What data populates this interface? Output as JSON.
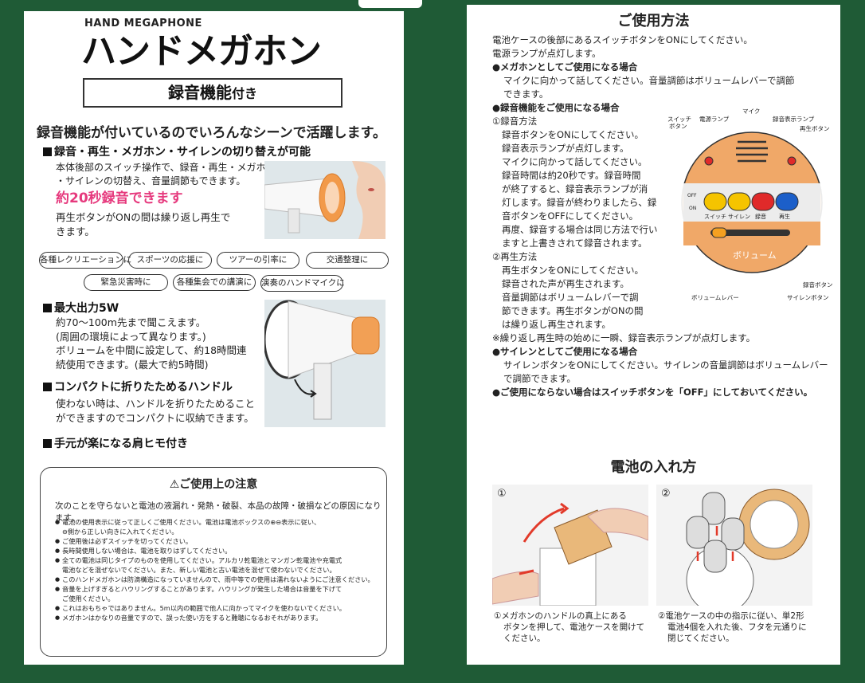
{
  "left": {
    "subtitle": "HAND MEGAPHONE",
    "title": "ハンドメガホン",
    "feature_box": "録音機能",
    "feature_box_suffix": "付き",
    "lead": "録音機能が付いているのでいろんなシーンで活躍します。",
    "sec1": {
      "heading": "録音・再生・メガホン・サイレンの切り替えが可能",
      "line1": "本体後部のスイッチ操作で、録音・再生・メガホン",
      "line2": "・サイレンの切替え、音量調節もできます。",
      "highlight": "約20秒録音できます",
      "line3": "再生ボタンがONの間は繰り返し再生で",
      "line4": "きます。"
    },
    "pills": [
      "各種レクリエーションに",
      "スポーツの応援に",
      "ツアーの引率に",
      "交通整理に",
      "緊急災害時に",
      "各種集会での講演に",
      "演奏のハンドマイクに"
    ],
    "sec2": {
      "heading": "最大出力5W",
      "line1": "約70〜100m先まで聞こえます。",
      "line2": "(周囲の環境によって異なります。)",
      "line3": "ボリュームを中間に設定して、約18時間連",
      "line4": "続使用できます。(最大で約5時間)"
    },
    "sec3": {
      "heading": "コンパクトに折りたためるハンドル",
      "line1": "使わない時は、ハンドルを折りたためること",
      "line2": "ができますのでコンパクトに収納できます。"
    },
    "sec4": {
      "heading": "手元が楽になる肩ヒモ付き"
    },
    "caution": {
      "title": "ご使用上の注意",
      "lead": "次のことを守らないと電池の液漏れ・発熱・破裂、本品の故障・破損などの原因になります。",
      "items": [
        "電池の使用表示に従って正しくご使用ください。電池は電池ボックスの⊕⊖表示に従い、",
        "⊖側から正しい向きに入れてください。",
        "ご使用後は必ずスイッチを切ってください。",
        "長時間使用しない場合は、電池を取りはずしてください。",
        "全ての電池は同じタイプのものを使用してください。アルカリ乾電池とマンガン乾電池や充電式",
        "電池などを混ぜないでください。また、新しい電池と古い電池を混ぜて使わないでください。",
        "このハンドメガホンは防滴構造になっていませんので、雨中等での使用は濡れないようにご注意ください。",
        "音量を上げすぎるとハウリングすることがあります。ハウリングが発生した場合は音量を下げて",
        "ご使用ください。",
        "これはおもちゃではありません。5m以内の範囲で他人に向かってマイクを使わないでください。",
        "メガホンはかなりの音量ですので、誤った使い方をすると難聴になるおそれがあります。"
      ]
    }
  },
  "right": {
    "title": "ご使用方法",
    "intro1": "電池ケースの後部にあるスイッチボタンをONにしてください。",
    "intro2": "電源ランプが点灯します。",
    "mega_h": "●メガホンとしてご使用になる場合",
    "mega1": "マイクに向かって話してください。音量調節はボリュームレバーで調節",
    "mega2": "できます。",
    "rec_h": "●録音機能をご使用になる場合",
    "rec_sub": "①録音方法",
    "rec_lines": [
      "録音ボタンをONにしてください。",
      "録音表示ランプが点灯します。",
      "マイクに向かって話してください。",
      "録音時間は約20秒です。録音時間",
      "が終了すると、録音表示ランプが消",
      "灯します。録音が終わりましたら、録",
      "音ボタンをOFFにしてください。",
      "再度、録音する場合は同じ方法で行い",
      "ますと上書きされて録音されます。"
    ],
    "play_sub": "②再生方法",
    "play_lines": [
      "再生ボタンをONにしてください。",
      "録音された声が再生されます。",
      "音量調節はボリュームレバーで調",
      "節できます。再生ボタンがONの間",
      "は繰り返し再生されます。"
    ],
    "note": "※繰り返し再生時の始めに一瞬、録音表示ランプが点灯します。",
    "siren_h": "●サイレンとしてご使用になる場合",
    "siren1": "サイレンボタンをONにしてください。サイレンの音量調節はボリュームレバー",
    "siren2": "で調節できます。",
    "off_note": "●ご使用にならない場合はスイッチボタンを「OFF」にしておいてください。",
    "diagram": {
      "mic": "マイク",
      "switch": "スイッチ",
      "switch2": "ボタン",
      "power_lamp": "電源ランプ",
      "rec_lamp": "録音表示ランプ",
      "play_btn": "再生ボタン",
      "rec_btn": "録音ボタン",
      "siren_btn": "サイレンボタン",
      "vol_lever": "ボリュームレバー",
      "off": "OFF",
      "on": "ON",
      "btn_labels": [
        "スイッチ",
        "サイレン",
        "録音",
        "再生"
      ],
      "volume": "ボリューム",
      "colors": {
        "body": "#f0a868",
        "yellow": "#f5c400",
        "red": "#e02a2a",
        "blue": "#1c5fc9"
      }
    },
    "battery": {
      "title": "電池の入れ方",
      "step1_num": "①",
      "step2_num": "②",
      "cap1a": "①メガホンのハンドルの真上にある",
      "cap1b": "ボタンを押して、電池ケースを開けて",
      "cap1c": "ください。",
      "cap2a": "②電池ケースの中の指示に従い、単2形",
      "cap2b": "電池4個を入れた後、フタを元通りに",
      "cap2c": "閉じてください。"
    }
  }
}
